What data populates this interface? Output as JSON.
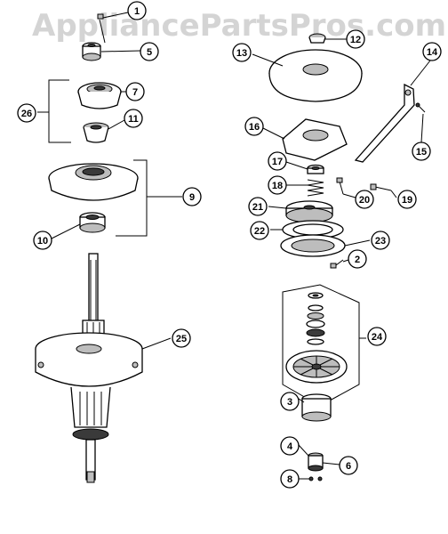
{
  "watermark": "AppliancePartsPros.com",
  "callouts": [
    "1",
    "2",
    "3",
    "4",
    "5",
    "6",
    "7",
    "8",
    "9",
    "10",
    "11",
    "12",
    "13",
    "14",
    "15",
    "16",
    "17",
    "18",
    "19",
    "20",
    "21",
    "22",
    "23",
    "24",
    "25",
    "26"
  ]
}
